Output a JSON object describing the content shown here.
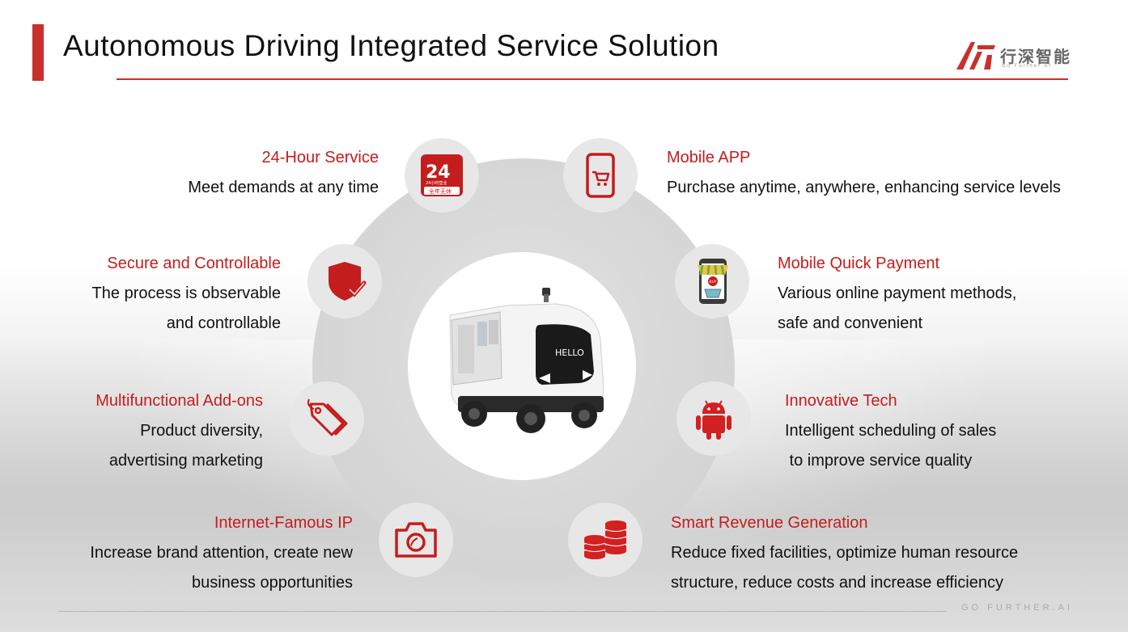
{
  "slide": {
    "title": "Autonomous Driving Integrated Service Solution",
    "accent_color": "#c9302c",
    "logo": {
      "cn_text": "行深智能",
      "en_text": "Go Further.AI"
    },
    "footer": "GO FURTHER.AI"
  },
  "center": {
    "vehicle_screen_text": "HELLO"
  },
  "features": {
    "hour_service": {
      "icon": "24-hour-badge-icon",
      "badge_number": "24",
      "badge_sub": "24小时营业",
      "badge_bottom": "全年无休",
      "label": "24-Hour Service",
      "lines": [
        "Meet demands at any time"
      ]
    },
    "secure": {
      "icon": "shield-check-icon",
      "label": "Secure and Controllable",
      "lines": [
        "The process is observable",
        "and controllable"
      ]
    },
    "addons": {
      "icon": "price-tags-icon",
      "label": "Multifunctional Add-ons",
      "lines": [
        "Product diversity,",
        "advertising marketing"
      ]
    },
    "ip": {
      "icon": "camera-icon",
      "label": "Internet-Famous IP",
      "lines": [
        "Increase brand attention, create new",
        "business opportunities"
      ]
    },
    "mobile_app": {
      "icon": "phone-cart-icon",
      "label": "Mobile APP",
      "lines": [
        "Purchase anytime, anywhere, enhancing service levels"
      ]
    },
    "payment": {
      "icon": "phone-shop-icon",
      "buy_text": "BUY",
      "label": "Mobile Quick Payment",
      "lines": [
        "Various online payment methods,",
        "safe and convenient"
      ]
    },
    "tech": {
      "icon": "android-robot-icon",
      "label": "Innovative Tech",
      "lines": [
        "Intelligent scheduling of sales",
        " to improve service quality"
      ]
    },
    "revenue": {
      "icon": "coin-stacks-icon",
      "label": "Smart Revenue Generation",
      "lines": [
        "Reduce fixed facilities, optimize human resource",
        "structure, reduce costs and increase efficiency"
      ]
    }
  }
}
